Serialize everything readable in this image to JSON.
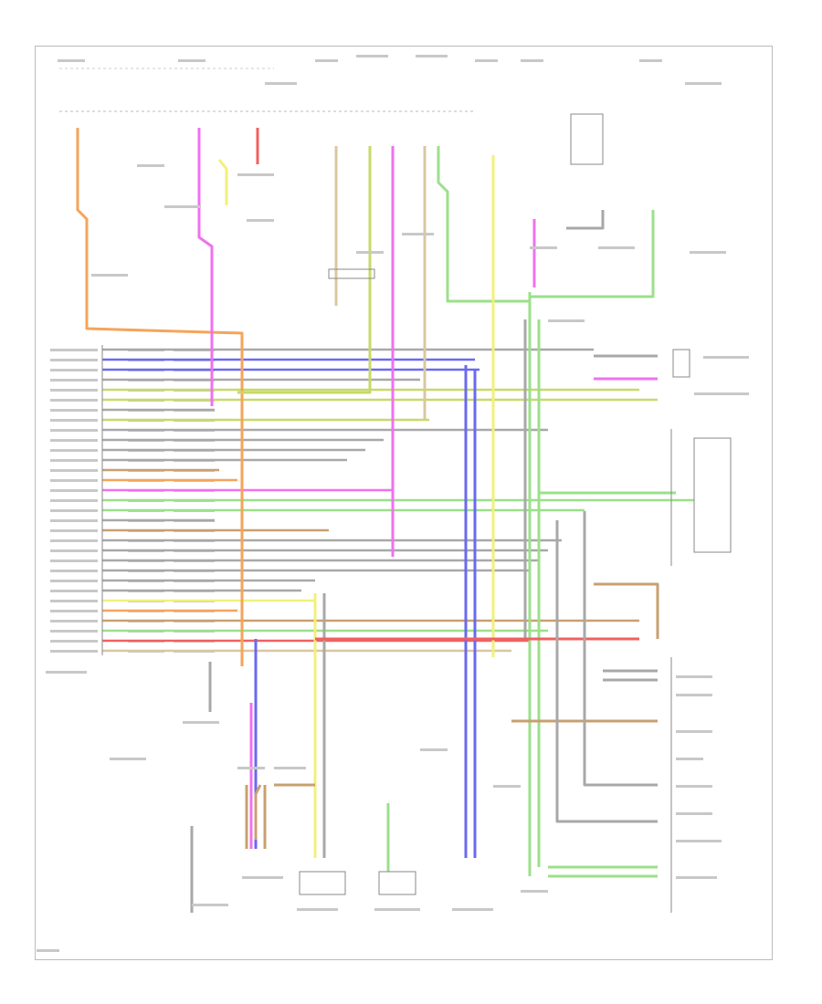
{
  "diagram": {
    "type": "wiring-diagram",
    "colors": {
      "gray": "#a8a8a8",
      "blue": "#6a6af0",
      "yellow": "#f2f07a",
      "yellowgreen": "#c8d86a",
      "green": "#9be08a",
      "orange": "#f5a45a",
      "pink": "#f070f0",
      "red": "#f06060",
      "brown": "#c8a070",
      "tan": "#d8c8a0"
    },
    "connector_rows": [
      "gray",
      "blue",
      "blue",
      "gray",
      "yellowgreen",
      "yellowgreen",
      "gray",
      "yellowgreen",
      "gray",
      "gray",
      "gray",
      "gray",
      "brown",
      "orange",
      "pink",
      "green",
      "green",
      "gray",
      "brown",
      "gray",
      "gray",
      "gray",
      "gray",
      "gray",
      "gray",
      "yellow",
      "orange",
      "brown",
      "green",
      "red",
      "tan"
    ]
  }
}
